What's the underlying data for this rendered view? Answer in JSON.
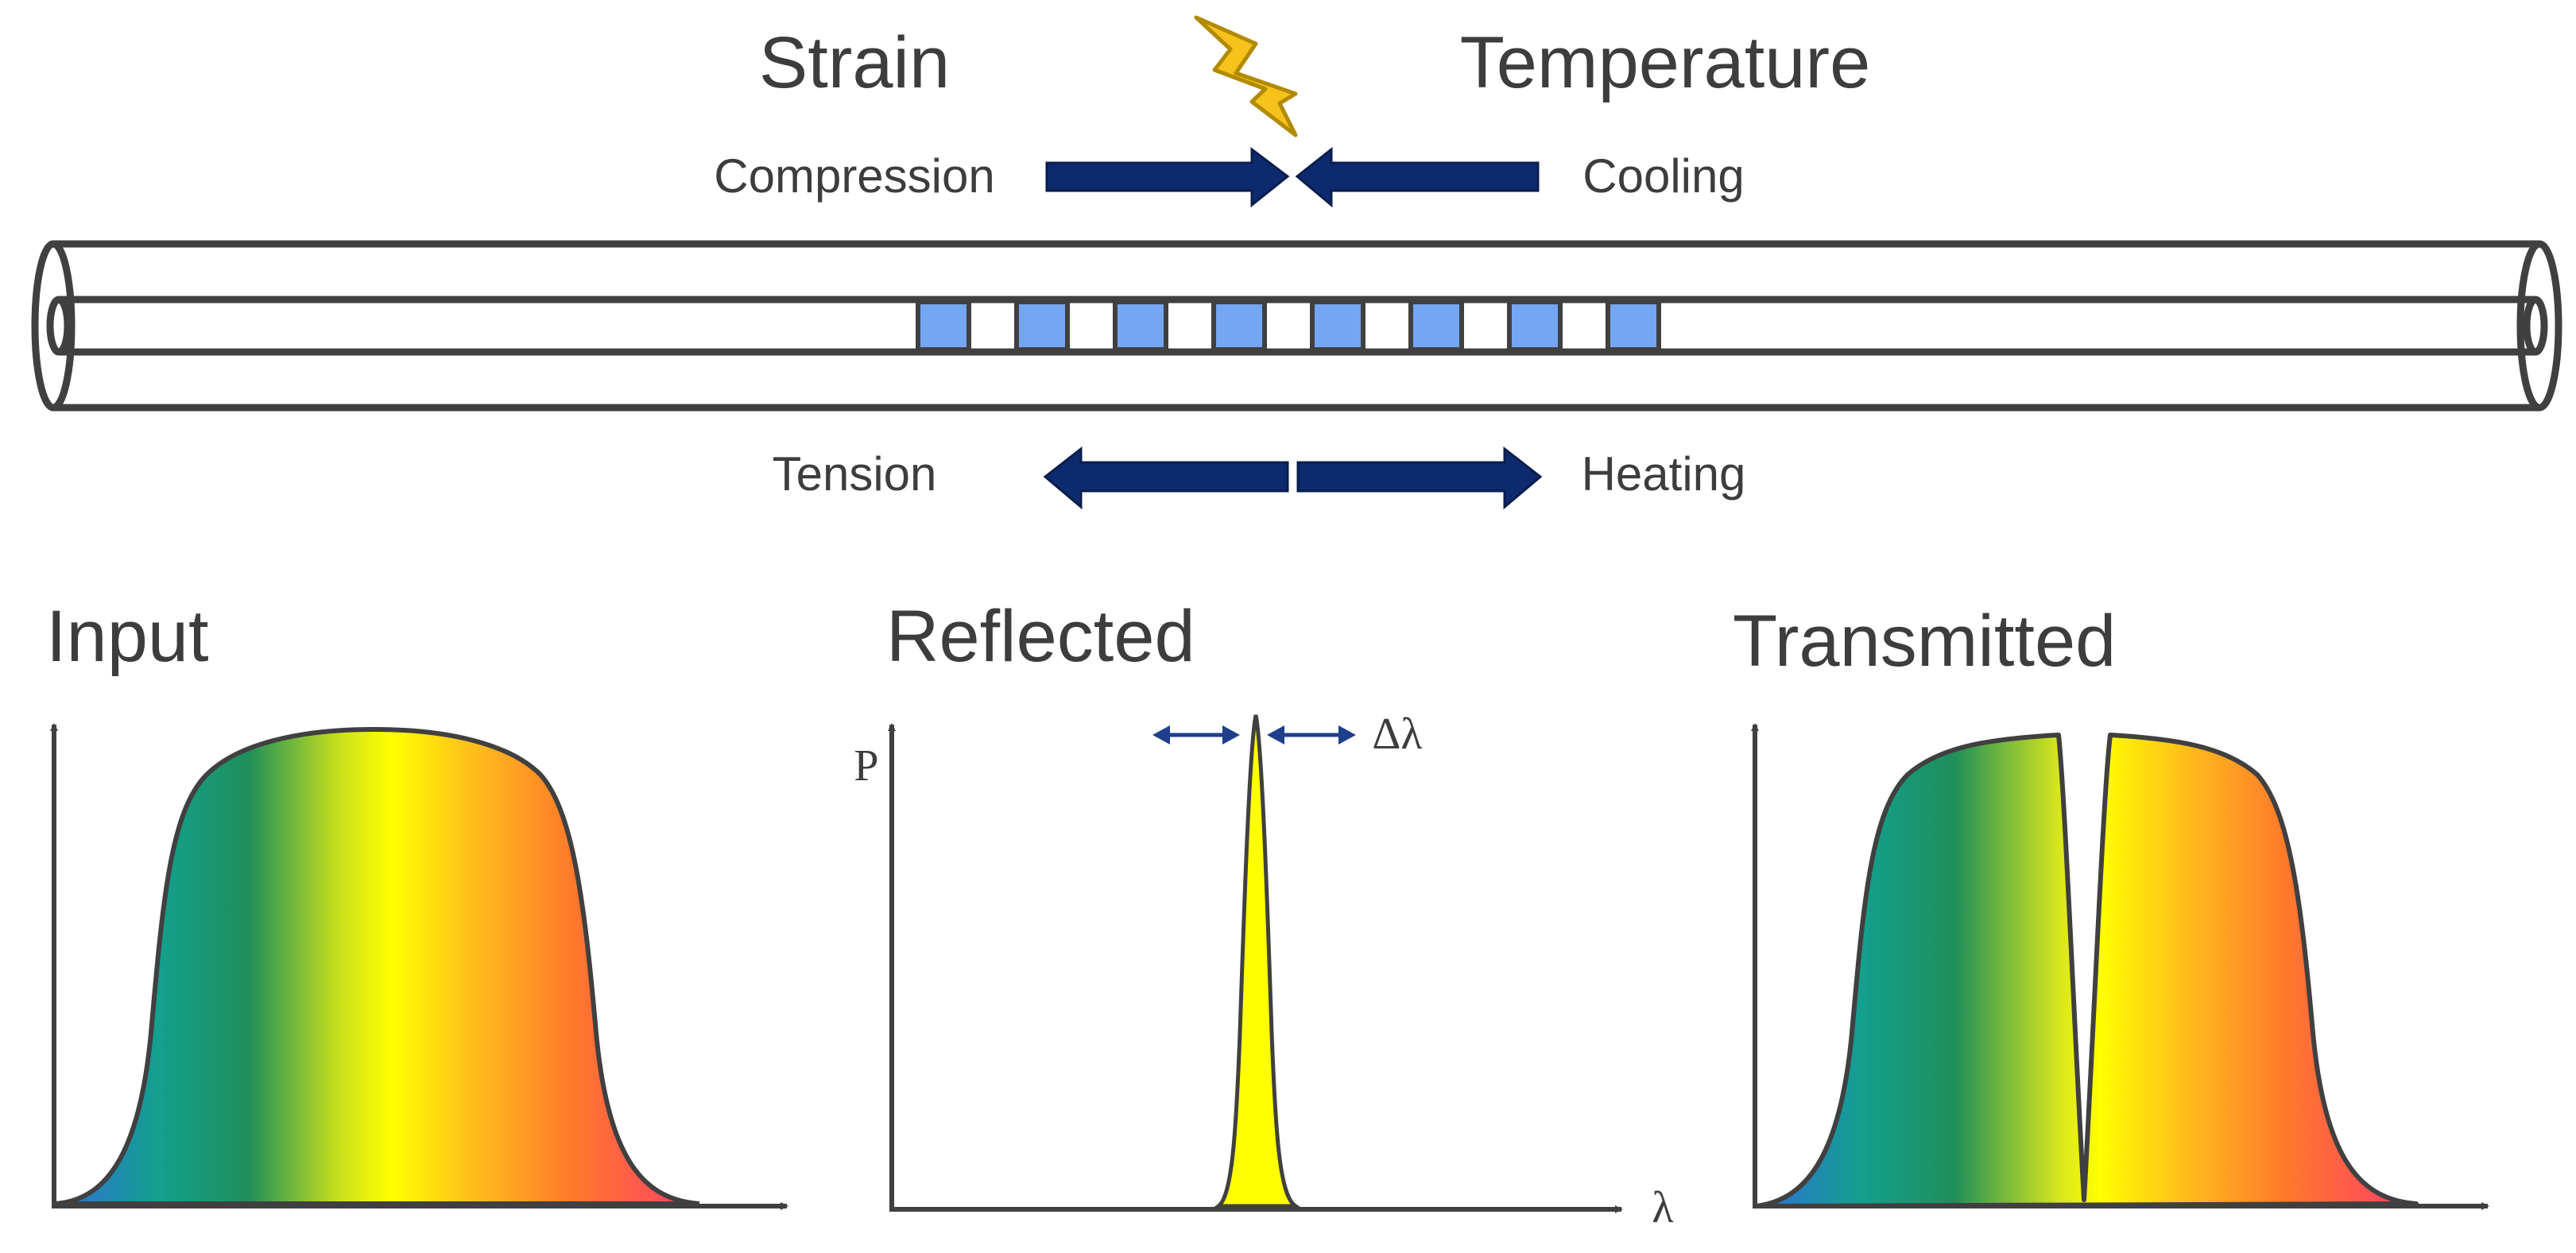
{
  "top": {
    "strain_title": "Strain",
    "temperature_title": "Temperature",
    "compression_label": "Compression",
    "cooling_label": "Cooling",
    "tension_label": "Tension",
    "heating_label": "Heating"
  },
  "panels": {
    "input_title": "Input",
    "reflected_title": "Reflected",
    "transmitted_title": "Transmitted",
    "power_axis_label": "P",
    "wavelength_axis_label": "λ",
    "shift_label": "Δλ"
  },
  "grating": {
    "segment_count": 8
  },
  "colors": {
    "arrow_fill": "#0e2a6e",
    "grating_fill": "#74a6f2",
    "outline": "#404040",
    "reflected_peak": "#ffff00",
    "shift_arrow": "#1f3f8c",
    "spectrum": [
      "#2e6fd9",
      "#13a08d",
      "#1f8f5a",
      "#c9e01c",
      "#ffff00",
      "#ffc21a",
      "#ff7a2a",
      "#ff3d6a"
    ]
  },
  "icons": {
    "spark": "lightning-bolt-icon"
  }
}
